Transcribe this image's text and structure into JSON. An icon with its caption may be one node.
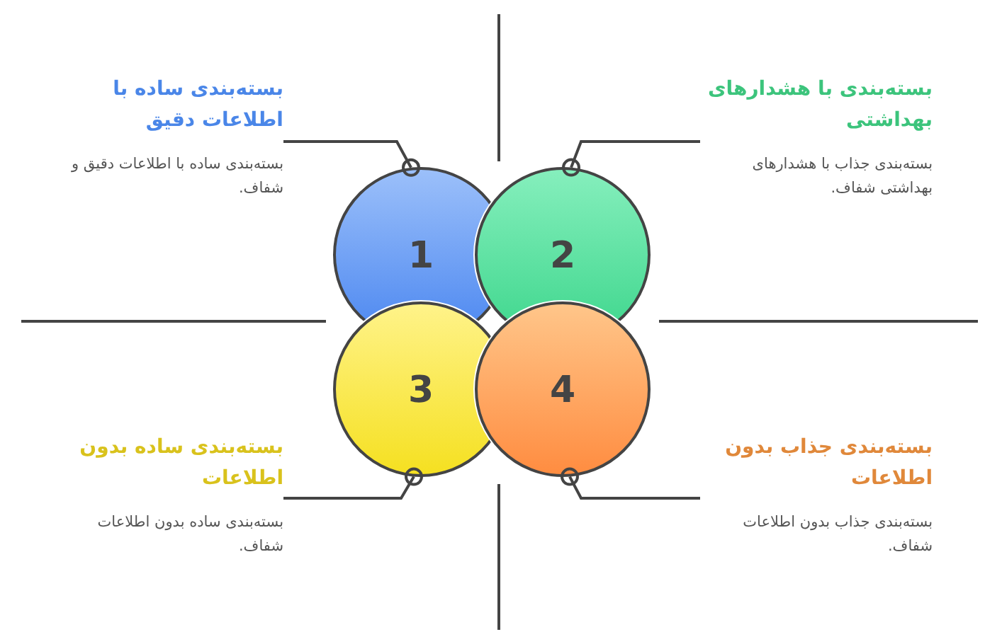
{
  "diagram": {
    "nodes": [
      {
        "text": [
          "بسته‌بندی ساده با اطلاعات دقیق",
          "بسته‌بندی ساده با اطلاعات دقیق و شفاف."
        ]
      },
      {
        "text": [
          "بسته‌بندی با هشدارهای بهداشتی",
          "بسته‌بندی جذاب با هشدارهای بهداشتی شفاف."
        ]
      },
      {
        "text": [
          "1"
        ]
      },
      {
        "text": [
          "2"
        ]
      },
      {
        "text": [
          "3"
        ]
      },
      {
        "text": [
          "4"
        ]
      },
      {
        "text": [
          "بسته‌بندی ساده بدون اطلاعات",
          "بسته‌بندی ساده بدون اطلاعات شفاف."
        ]
      },
      {
        "text": [
          "بسته‌بندی جذاب بدون اطلاعات",
          "بسته‌بندی جذاب بدون اطلاعات شفاف."
        ]
      }
    ],
    "edges": [
      {
        "from": 0,
        "to": 2,
        "arrow": "other"
      },
      {
        "from": 1,
        "to": 3,
        "arrow": "other"
      },
      {
        "from": 6,
        "to": 4,
        "arrow": "other"
      },
      {
        "from": 7,
        "to": 5,
        "arrow": "other"
      }
    ]
  }
}
